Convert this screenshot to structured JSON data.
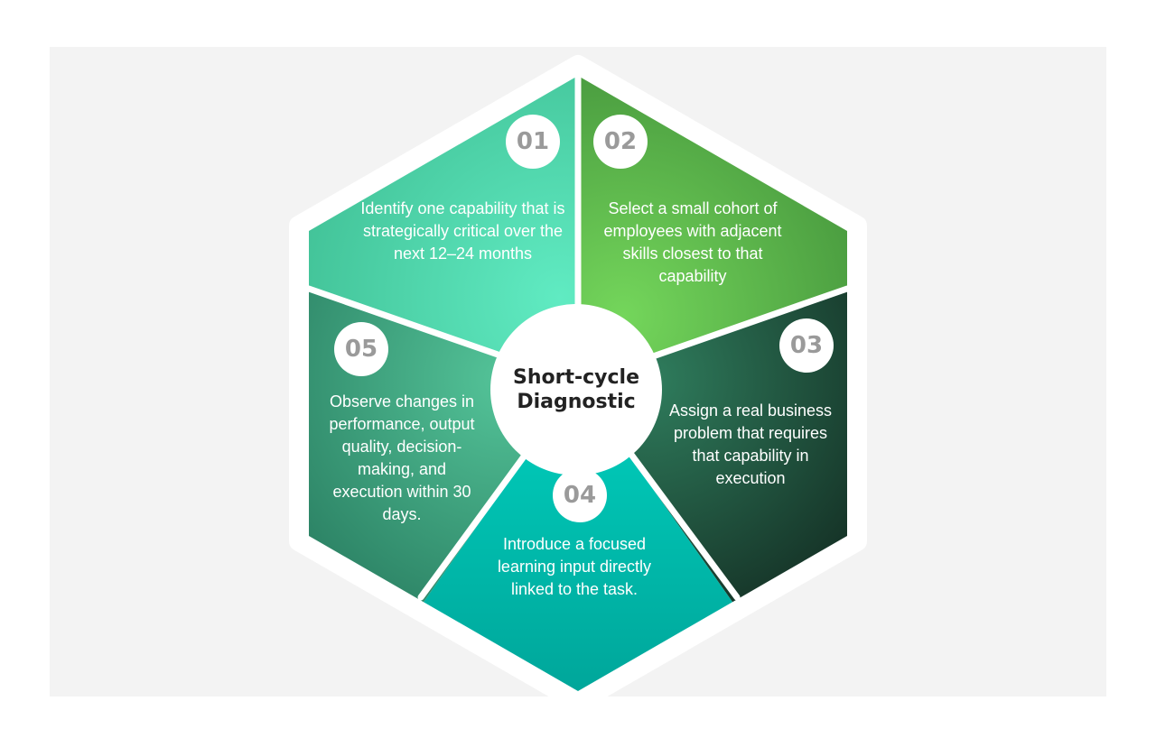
{
  "center": {
    "title_line1": "Short-cycle",
    "title_line2": "Diagnostic"
  },
  "steps": [
    {
      "number": "01",
      "text": "Identify one capability that is strategically critical over the next 12–24 months"
    },
    {
      "number": "02",
      "text": "Select a small cohort of employees with adjacent skills closest to that capability"
    },
    {
      "number": "03",
      "text": "Assign a real business problem that requires that capability in execution"
    },
    {
      "number": "04",
      "text": "Introduce a focused learning input directly linked to the task."
    },
    {
      "number": "05",
      "text": "Observe changes in performance, output quality, decision-making, and execution within 30 days."
    }
  ],
  "colors": {
    "panel_background": "#f3f3f3",
    "step_01": "#4fcca5",
    "step_02": "#5bb84a",
    "step_03": "#1f5a40",
    "step_04": "#07b7aa",
    "step_05": "#3fa583",
    "badge_number": "#9a9a9a"
  },
  "icons": [
    "hexagon-shape"
  ]
}
